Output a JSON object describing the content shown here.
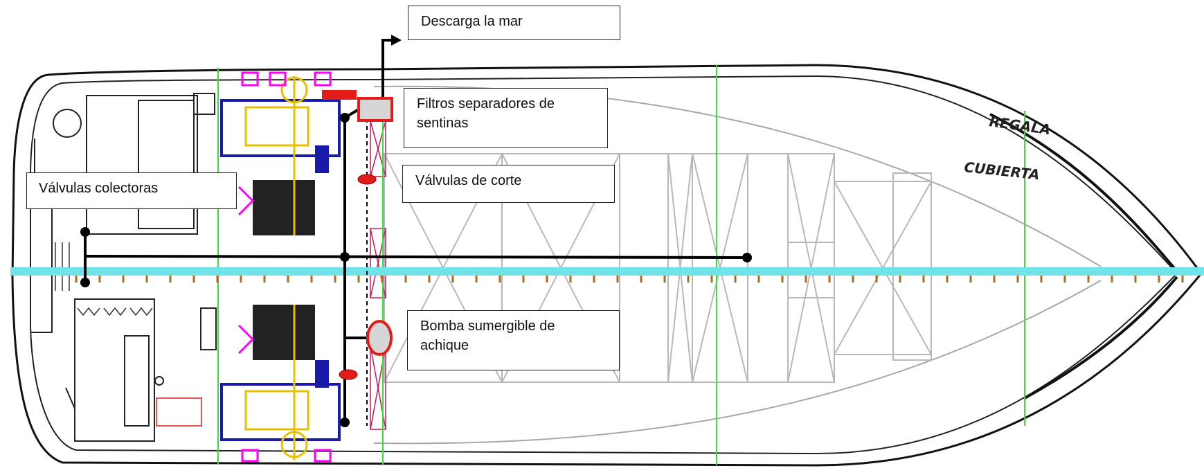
{
  "labels": {
    "descarga": "Descarga la mar",
    "filtros": "Filtros separadores de sentinas",
    "valvulas_corte": "Válvulas de corte",
    "valvulas_colectoras": "Válvulas colectoras",
    "bomba": "Bomba sumergible de achique"
  },
  "hull_labels": {
    "regala": "REGALA",
    "cubierta": "CUBIERTA"
  },
  "colors": {
    "hull_outline": "#111111",
    "inner_lines": "#a8a8a8",
    "frame_lines": "#3ddc3d",
    "centerline": "#6fe3e8",
    "pipe": "#000000",
    "component_outline": "#e31b1b",
    "component_fill": "#d6d6d6",
    "valve_fill": "#e31b1b",
    "engine_magenta": "#ff00ff",
    "engine_yellow": "#e6c000",
    "engine_blue": "#1a1aa8"
  }
}
